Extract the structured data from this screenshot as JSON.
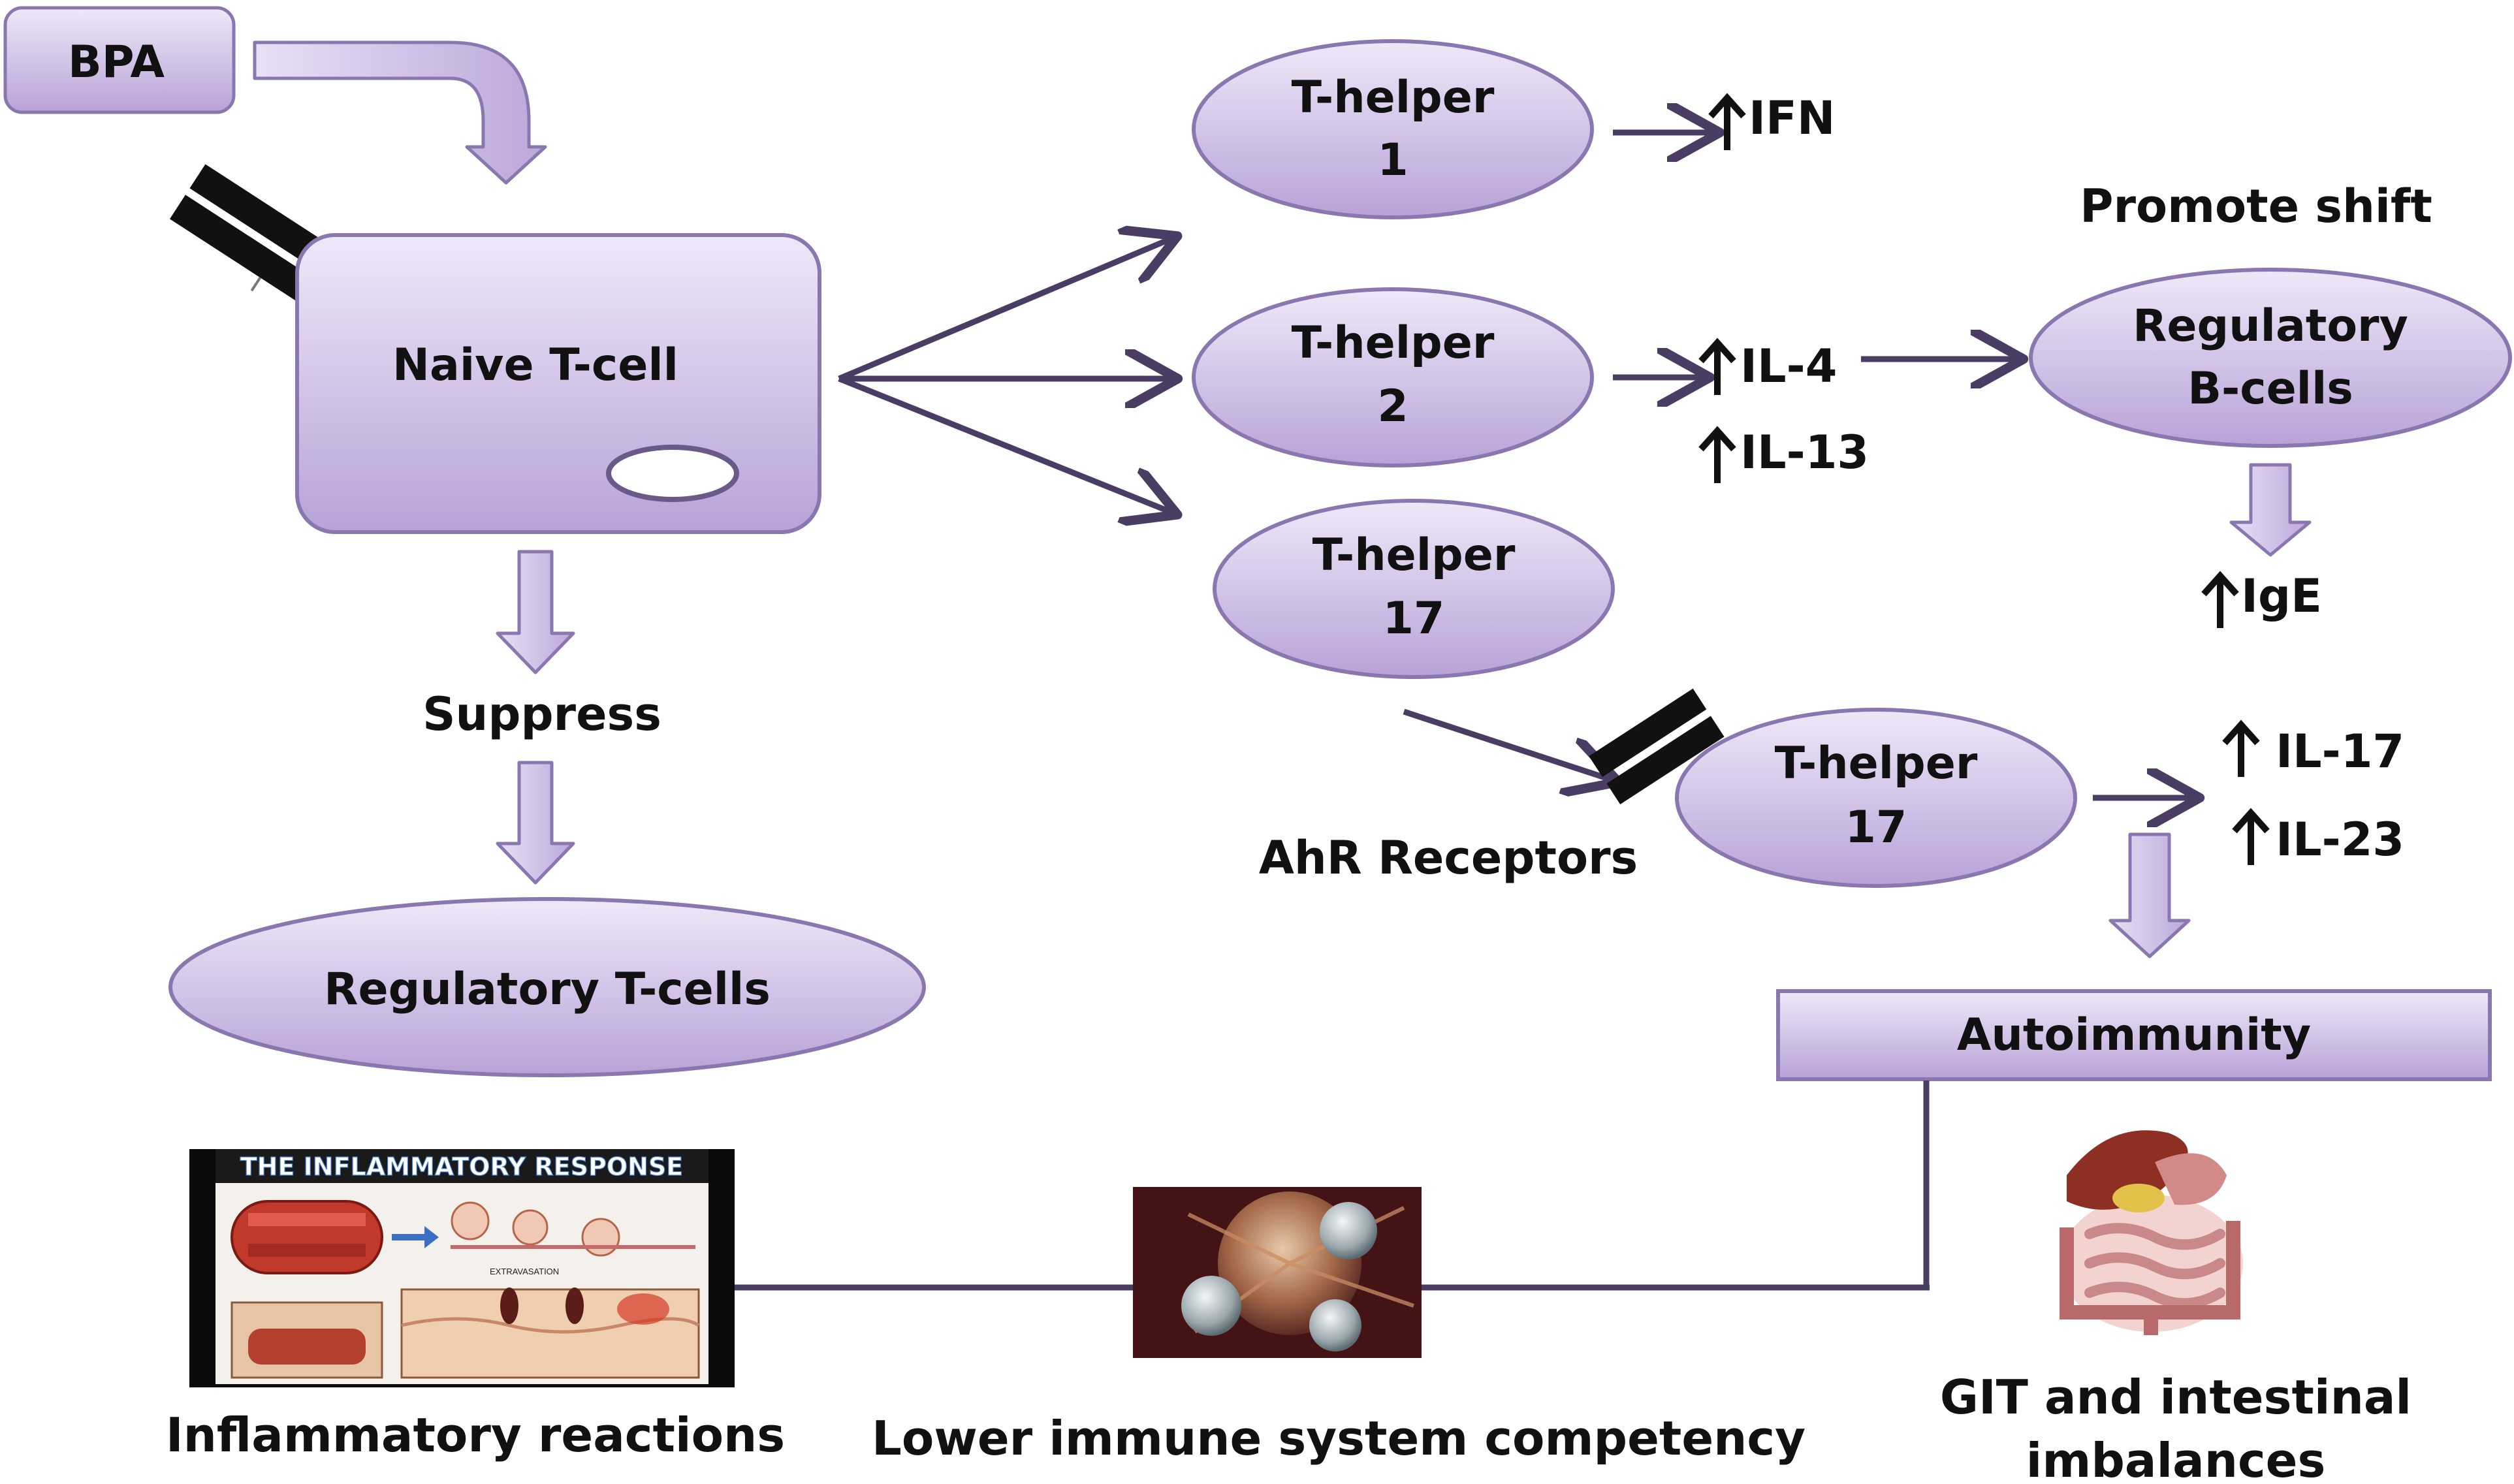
{
  "nodes": {
    "bpa": "BPA",
    "naive": "Naive T-cell",
    "th1": [
      "T-helper",
      "1"
    ],
    "th2": [
      "T-helper",
      "2"
    ],
    "th17a": [
      "T-helper",
      "17"
    ],
    "th17b": [
      "T-helper",
      "17"
    ],
    "breg": [
      "Regulatory",
      "B-cells"
    ],
    "treg": "Regulatory T-cells",
    "autoimmunity": "Autoimmunity"
  },
  "labels": {
    "ifn": "IFN",
    "il4": "IL-4",
    "il13": "IL-13",
    "ige": "IgE",
    "il17": "IL-17",
    "il23": "IL-23",
    "promote_shift": "Promote shift",
    "suppress": "Suppress",
    "ahr": "AhR Receptors"
  },
  "images": {
    "inflammatory_banner": "THE INFLAMMATORY RESPONSE",
    "extravasation": "EXTRAVASATION"
  },
  "captions": {
    "inflammatory": "Inflammatory reactions",
    "immune": "Lower immune system competency",
    "git": [
      "GIT and intestinal",
      "imbalances"
    ]
  },
  "colors": {
    "node_fill_top": "#ece4f6",
    "node_fill_bottom": "#b9a3d9",
    "node_stroke": "#8b77b0",
    "arrow": "#4a3d63"
  }
}
